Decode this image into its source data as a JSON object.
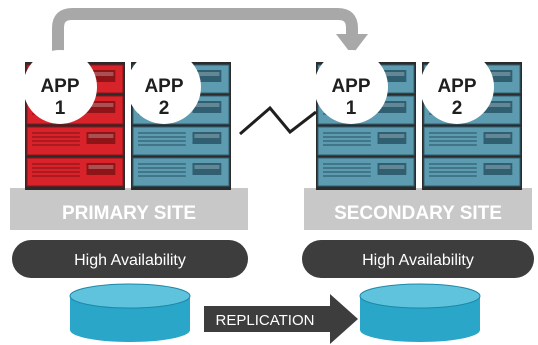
{
  "sites": [
    {
      "name": "PRIMARY SITE",
      "availability": "High Availability",
      "apps": [
        {
          "top": "APP",
          "bottom": "1"
        },
        {
          "top": "APP",
          "bottom": "2"
        }
      ]
    },
    {
      "name": "SECONDARY SITE",
      "availability": "High Availability",
      "apps": [
        {
          "top": "APP",
          "bottom": "1"
        },
        {
          "top": "APP",
          "bottom": "2"
        }
      ]
    }
  ],
  "replication_label": "REPLICATION",
  "colors": {
    "server_red": "#d72329",
    "server_red_dark": "#8e1418",
    "server_blue": "#5d9bb0",
    "server_blue_dark": "#2f5f70",
    "server_frame": "#2b2b2b",
    "platform": "#c8c8c8",
    "ha_pill": "#3d3d3d",
    "disk_fill": "#29a6c8",
    "disk_top": "#5fc3de",
    "arrow_gray": "#a8a8a8",
    "dark_arrow": "#3d3d3d"
  },
  "icons": [
    "failover-arrow-icon",
    "network-link-icon",
    "replication-arrow-icon",
    "storage-disk-icon"
  ]
}
